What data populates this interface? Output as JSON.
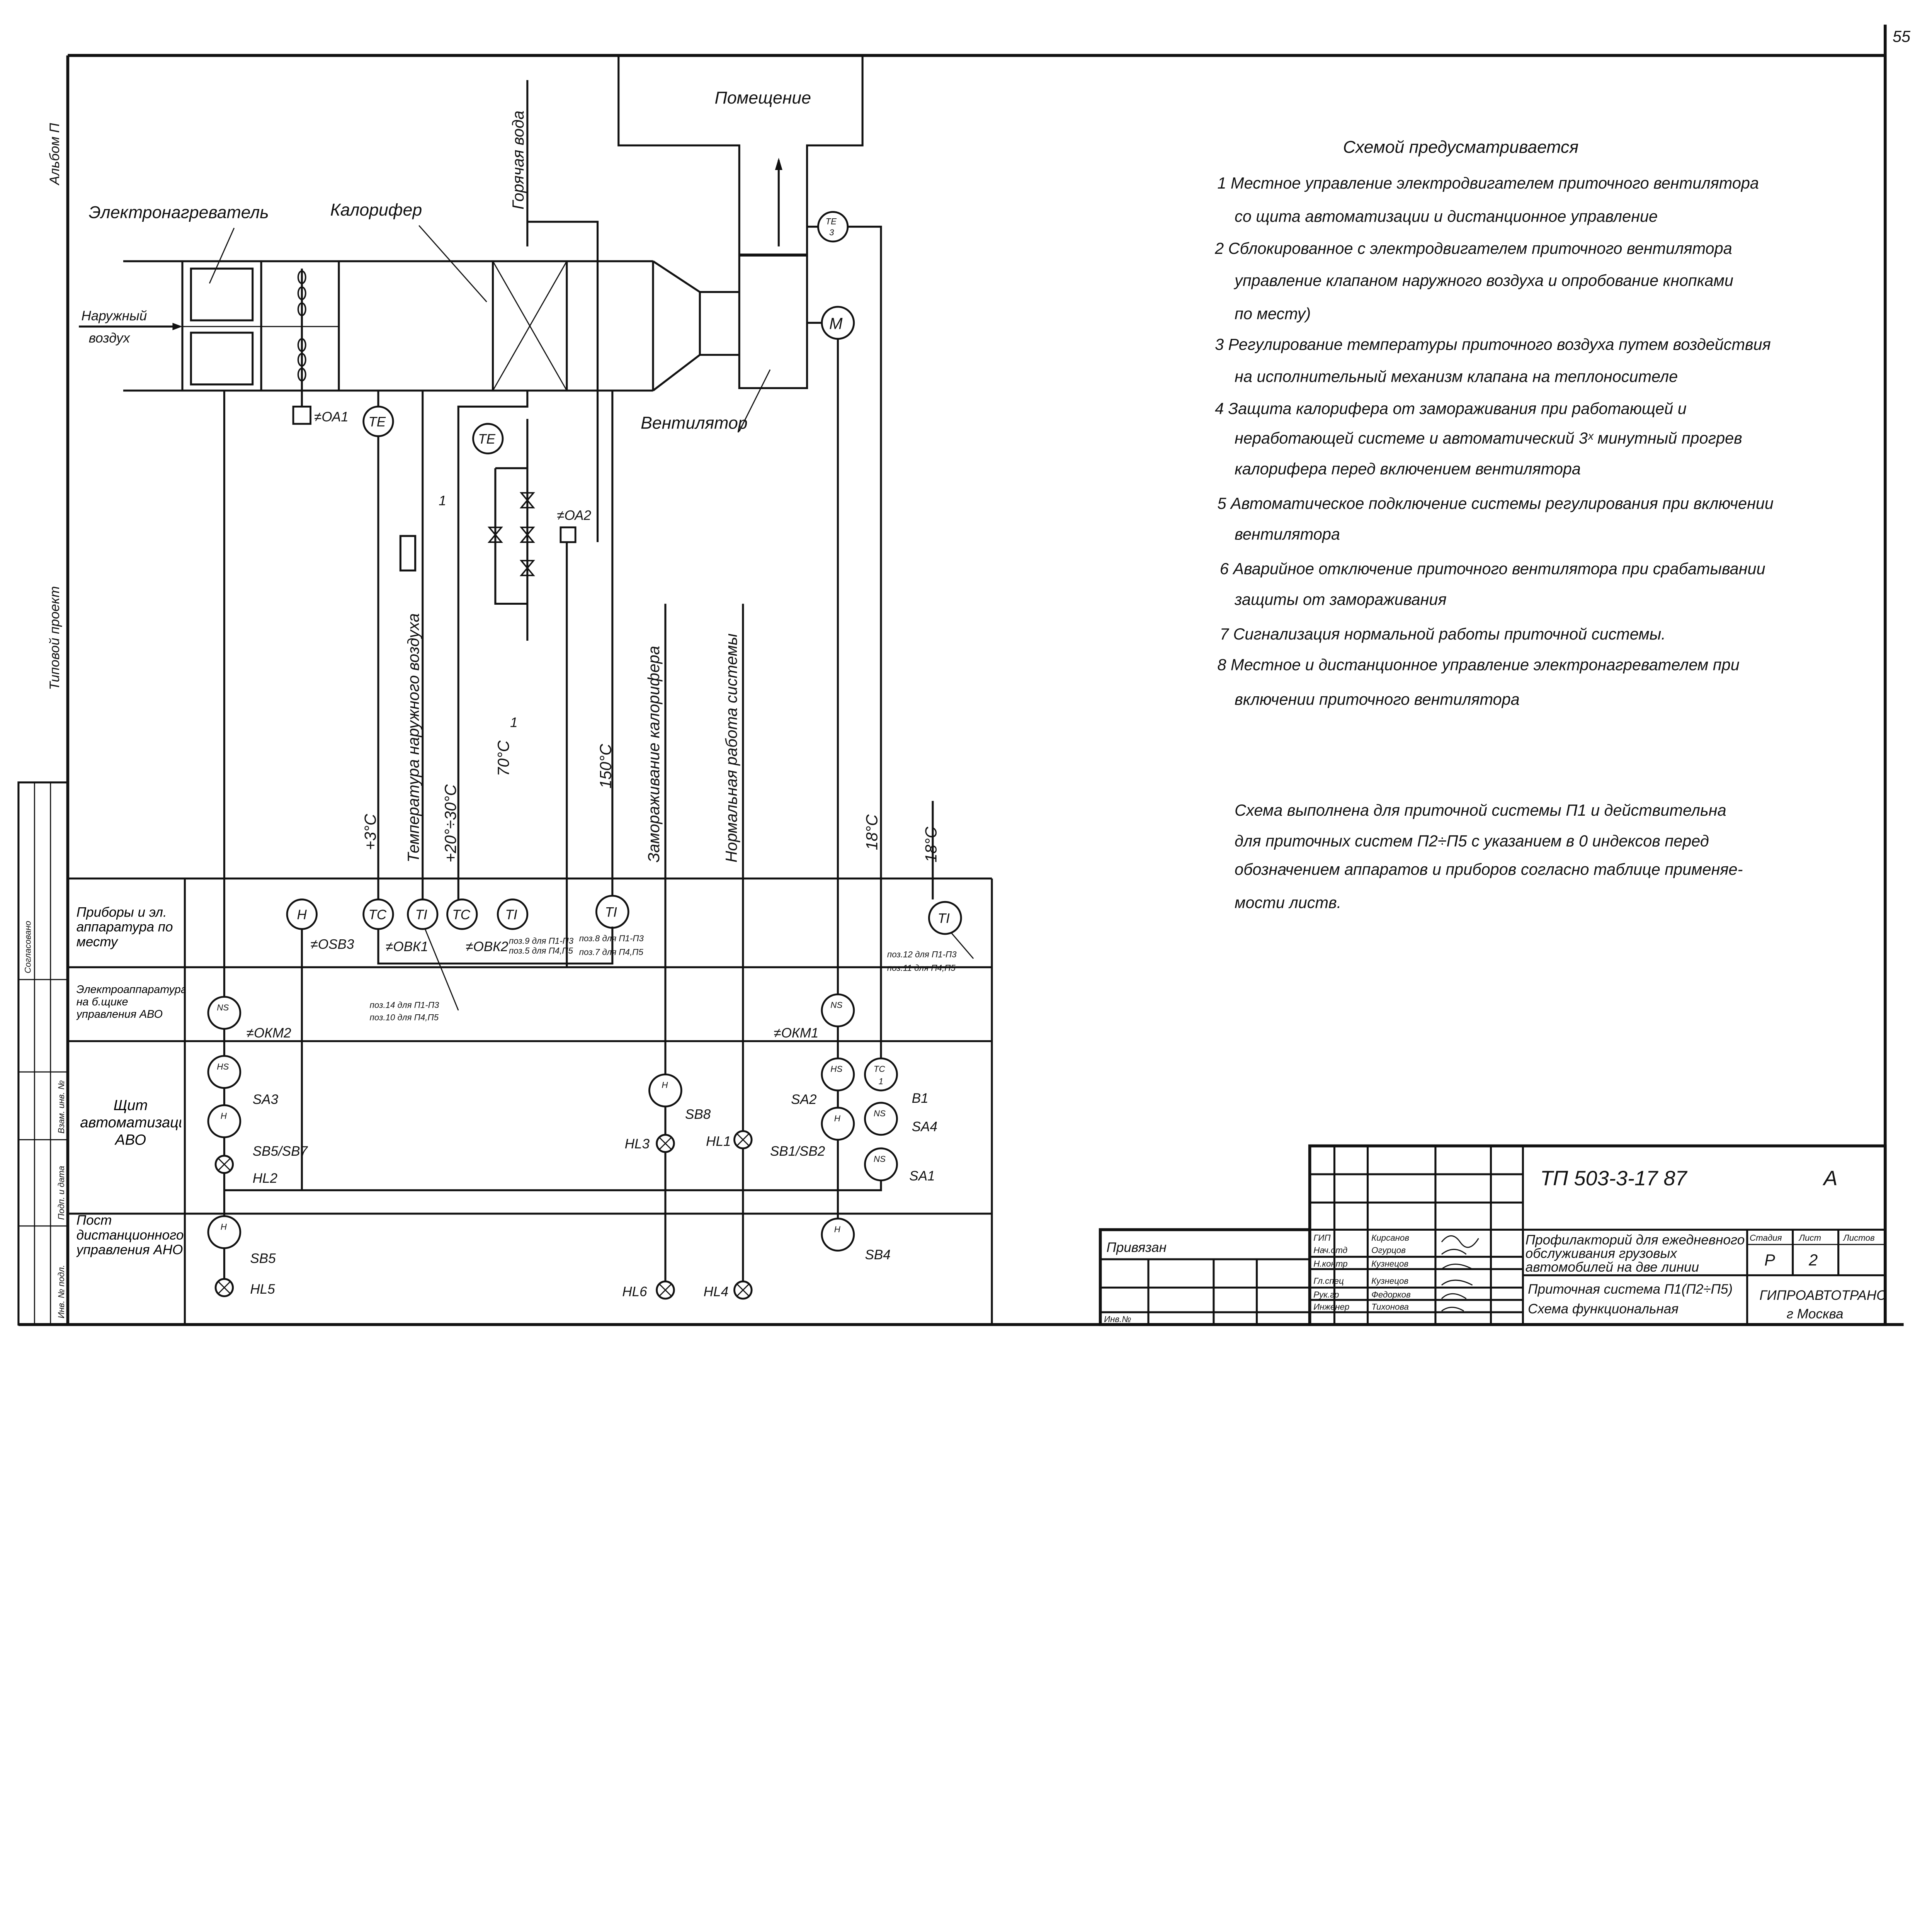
{
  "sheet_number": "55",
  "side": {
    "album": "Альбом П",
    "typical": "Типовой проект",
    "stamp_cells": [
      "Согласовано",
      "Инв. № подл.",
      "Подп. и дата",
      "Взам. инв. №"
    ]
  },
  "process": {
    "room": "Помещение",
    "hot_water": "Горячая вода",
    "electroheater": "Электронагреватель",
    "calorifer": "Калорифер",
    "fan": "Вентилятор",
    "outside_air_1": "Наружный",
    "outside_air_2": "воздух",
    "te": "TE",
    "te3": "TE",
    "te3_sub": "3",
    "motor": "M",
    "damper_tag": "≠ОА1",
    "valve_tag": "≠ОА2",
    "one": "1"
  },
  "signals": {
    "t_plus3": "+3°C",
    "outside_temp": "Температура наружного воздуха",
    "t_20_30": "+20°÷30°C",
    "t_70": "70°C",
    "t_150": "150°C",
    "freeze": "Замораживание калорифера",
    "normal": "Нормальная работа системы",
    "t_18a": "18°C",
    "t_18b": "18°C"
  },
  "panel": {
    "rows": [
      "Приборы и эл. аппаратура по месту",
      "Электроаппаратура на б.щике управления АВО",
      "Щит автоматизации АВО",
      "Пост дистанционного управления АНО"
    ],
    "devices": {
      "H": "H",
      "TC": "TC",
      "TI": "TI",
      "NS": "NS",
      "HS": "HS",
      "TC1": "1"
    },
    "tags": {
      "osb3": "≠ОSВ3",
      "obk1": "≠ОВК1",
      "obk2": "≠ОВК2",
      "okm2": "≠ОКМ2",
      "okm1": "≠ОКМ1",
      "sa3": "SA3",
      "sb5sb7": "SB5/SB7",
      "hl2": "HL2",
      "sb5": "SB5",
      "hl5": "HL5",
      "sb8": "SB8",
      "hl3": "HL3",
      "hl1": "HL1",
      "hl6": "HL6",
      "hl4": "HL4",
      "sa2": "SA2",
      "sb1sb2": "SB1/SB2",
      "sb4": "SB4",
      "b1": "B1",
      "sa4": "SA4",
      "sa1": "SA1"
    },
    "notes": {
      "n1a": "поз.9 для П1-П3",
      "n1b": "поз.5 для П4,П5",
      "n2a": "поз.8 для П1-П3",
      "n2b": "поз.7 для П4,П5",
      "n3a": "поз.14 для П1-П3",
      "n3b": "поз.10 для П4,П5",
      "n4a": "поз.12 для П1-П3",
      "n4b": "поз.11 для П4,П5"
    }
  },
  "notes": {
    "heading": "Схемой предусматривается",
    "lines": [
      "1 Местное управление электродвигателем приточного вентилятора",
      "со щита автоматизации и дистанционное управление",
      "2 Сблокированное с электродвигателем приточного вентилятора",
      "управление клапаном наружного воздуха и опробование кнопками",
      "по месту)",
      "3 Регулирование температуры приточного воздуха путем воздействия",
      "на исполнительный механизм клапана на теплоносителе",
      "4 Защита калорифера от замораживания при работающей и",
      "неработающей системе и автоматический 3ˣ минутный прогрев",
      "калорифера перед включением вентилятора",
      "5 Автоматическое подключение системы регулирования при включении",
      "вентилятора",
      "6 Аварийное отключение приточного вентилятора при срабатывании",
      "защиты от замораживания",
      "7 Сигнализация нормальной работы приточной системы.",
      "8 Местное и дистанционное управление электронагревателем при",
      "включении приточного вентилятора"
    ],
    "footer": [
      "Схема выполнена для приточной системы П1 и действительна",
      "для приточных систем П2÷П5 с указанием в 0 индексов перед",
      "обозначением аппаратов и приборов согласно таблице применяе-",
      "мости листв."
    ]
  },
  "title_block": {
    "code": "ТП 503-3-17 87",
    "album": "А",
    "bound": "Привязан",
    "inv": "Инв.№",
    "roles": [
      "ГИП",
      "Нач.отд",
      "Н.контр",
      "Гл.спец",
      "Рук.гр",
      "Инженер"
    ],
    "names": [
      "Кирсанов",
      "Огурцов",
      "Кузнецов",
      "Кузнецов",
      "Федорков",
      "Тихонова"
    ],
    "project": [
      "Профилакторий для ежедневного",
      "обслуживания грузовых",
      "автомобилей на две линии"
    ],
    "sheet_title": [
      "Приточная система П1(П2÷П5)",
      "Схема функциональная"
    ],
    "stage_label": "Стадия",
    "sheet_label": "Лист",
    "sheets_label": "Листов",
    "stage": "Р",
    "sheet": "2",
    "org": [
      "ГИПРОАВТОТРАНС",
      "г Москва"
    ]
  }
}
